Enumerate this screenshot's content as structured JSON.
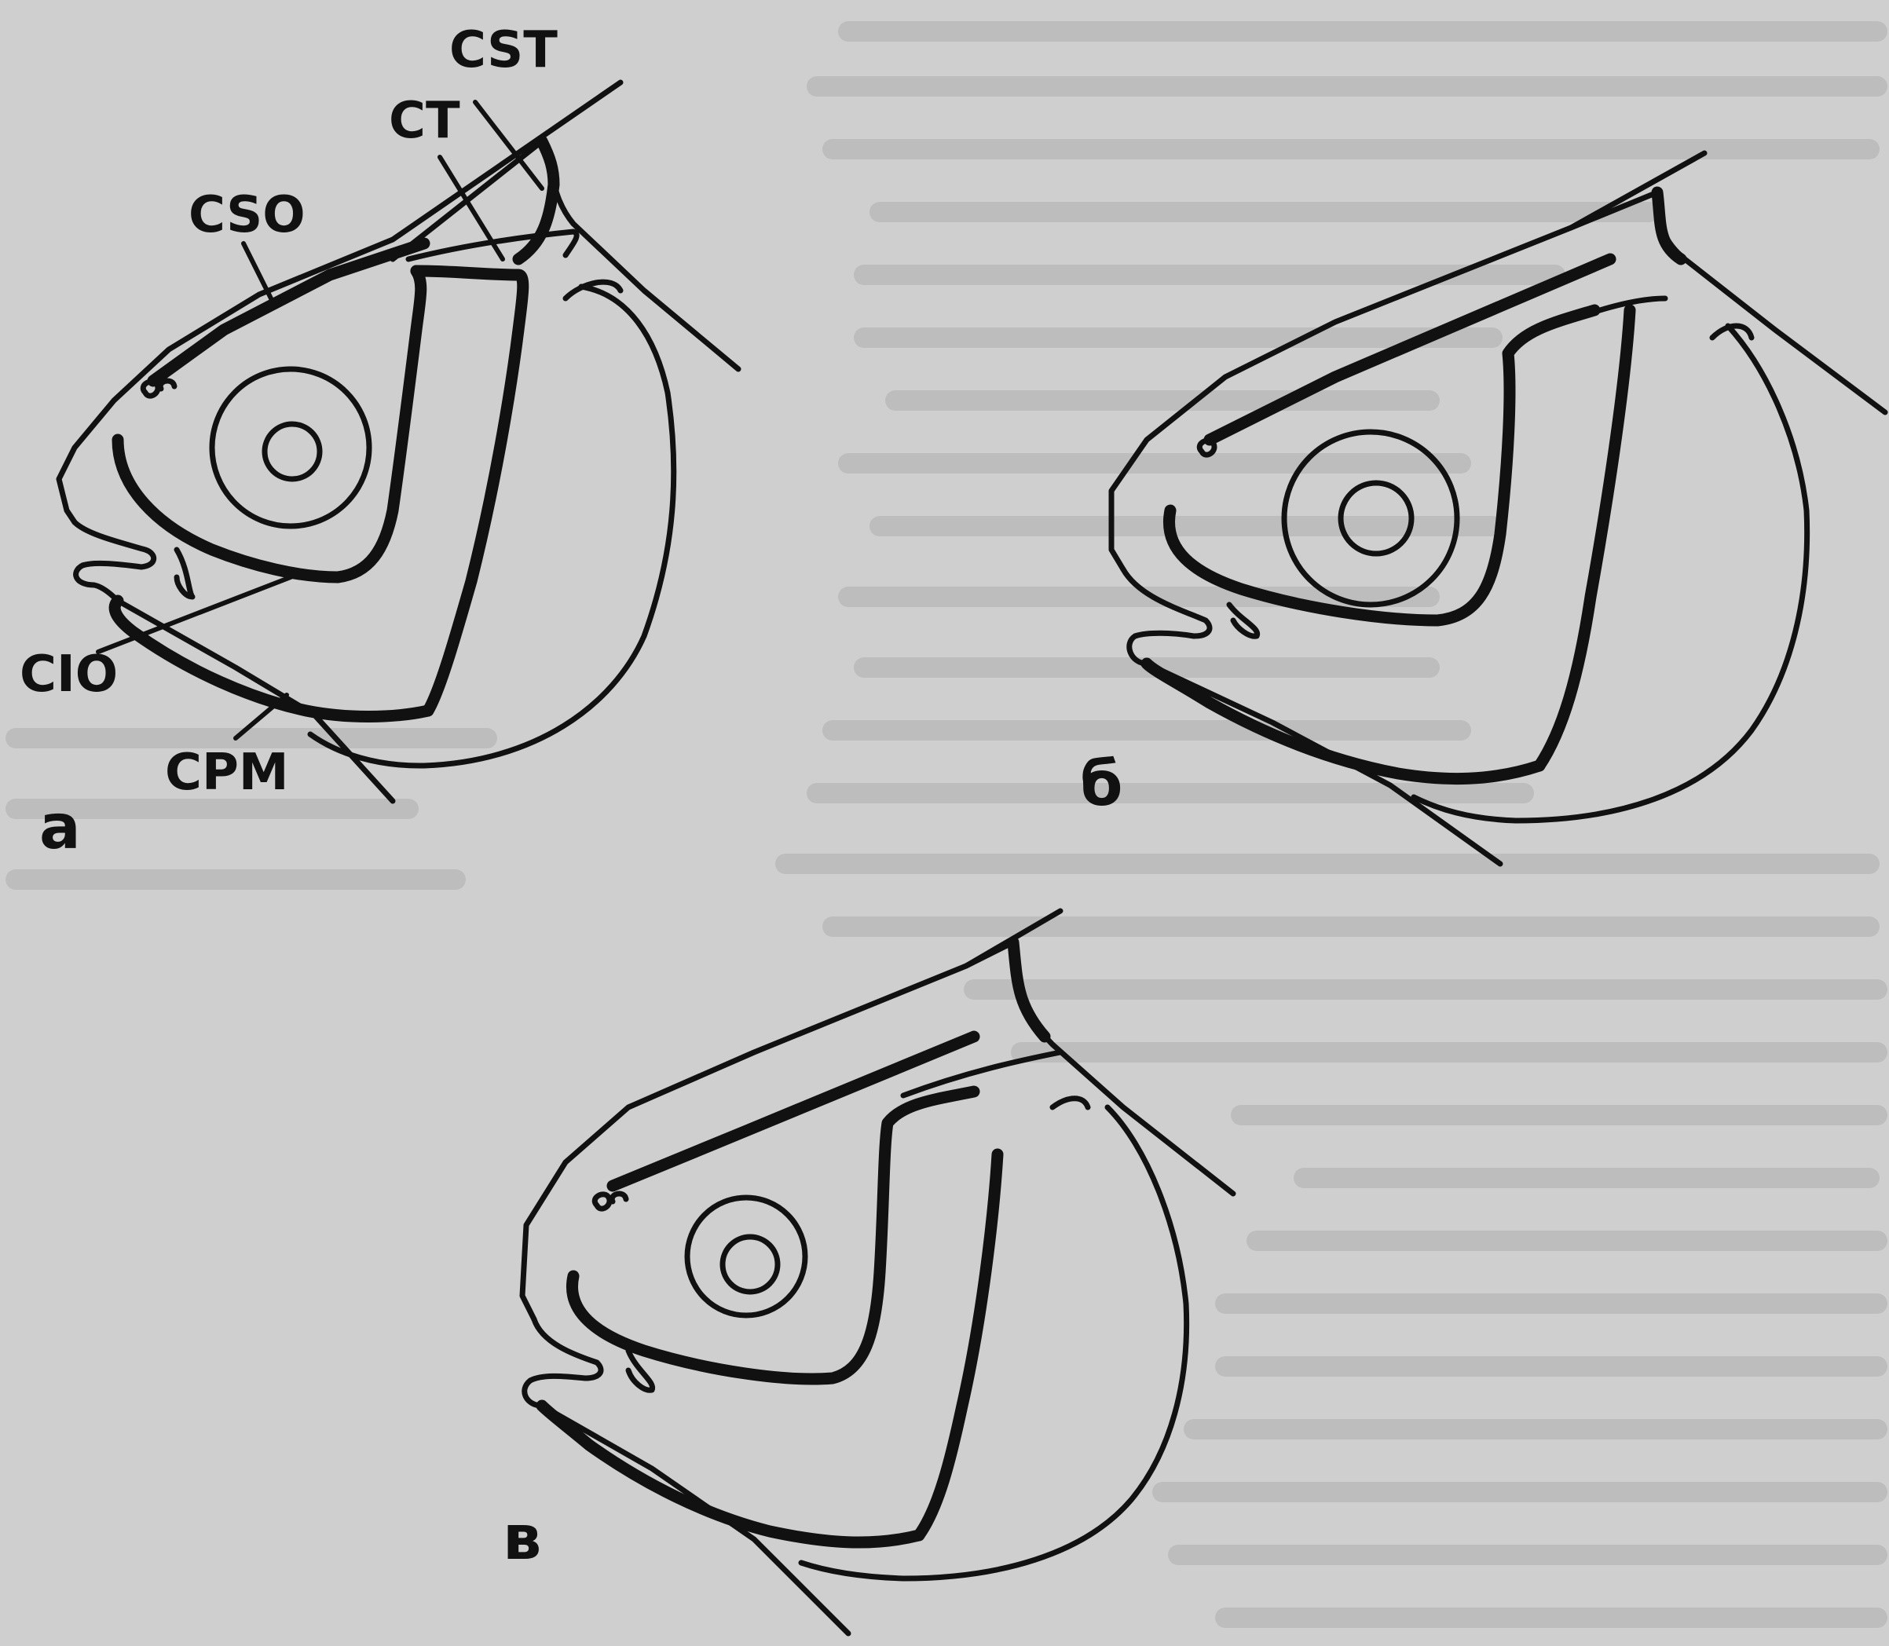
{
  "panels": [
    {
      "id": "a",
      "label": "а"
    },
    {
      "id": "b",
      "label": "б"
    },
    {
      "id": "v",
      "label": "в"
    }
  ],
  "canal_labels": {
    "cst": "CST",
    "ct": "CT",
    "cso": "CSO",
    "cio": "CIO",
    "cpm": "CPM"
  },
  "colors": {
    "ink": "#111111",
    "paper": "#cfcfcf",
    "bleed_through": "#bdbdbd"
  }
}
